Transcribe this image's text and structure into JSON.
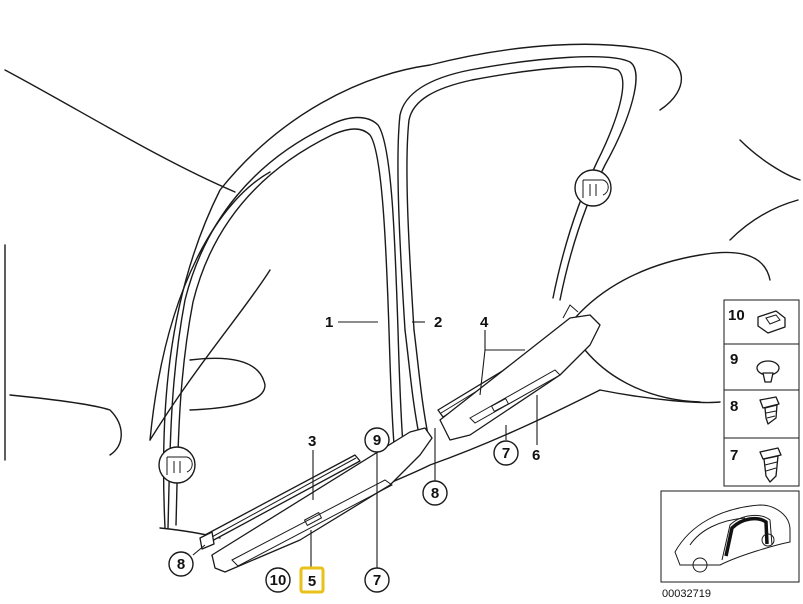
{
  "callouts": {
    "c1": "1",
    "c2": "2",
    "c3": "3",
    "c4": "4",
    "c5": "5",
    "c6": "6",
    "c7a": "7",
    "c7b": "7",
    "c8a": "8",
    "c8b": "8",
    "c9": "9",
    "c10": "10"
  },
  "legend": {
    "r10": "10",
    "r9": "9",
    "r8": "8",
    "r7": "7"
  },
  "highlight_color": "#e8c21a",
  "drawing_number": "00032719",
  "icons": [
    "door-seal-clip-icon-upper",
    "door-seal-clip-icon-lower",
    "clip-10-icon",
    "rivet-9-icon",
    "clip-8-icon",
    "clip-7-icon",
    "vehicle-locator-icon"
  ]
}
